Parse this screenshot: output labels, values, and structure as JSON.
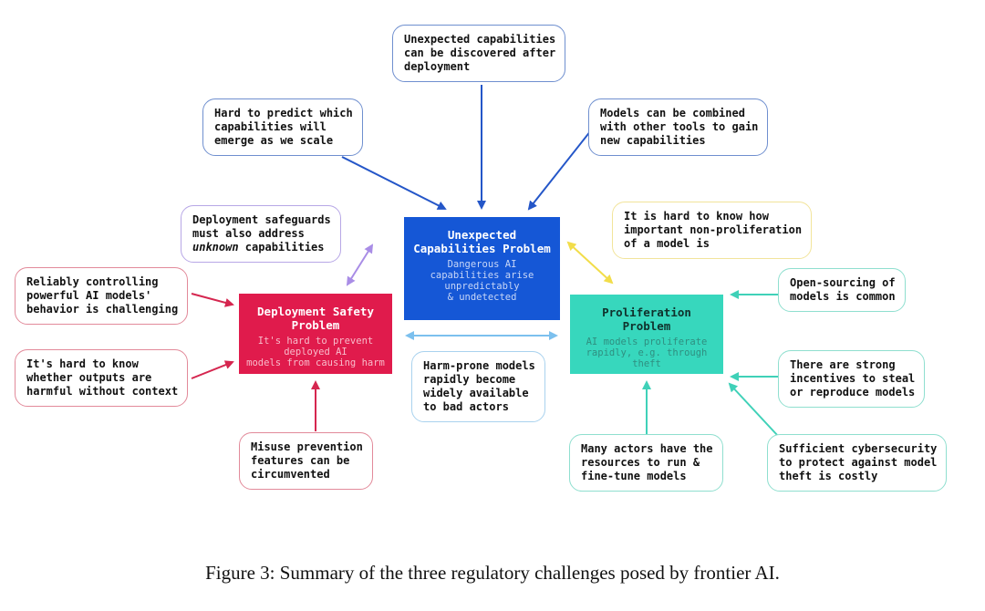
{
  "problems": {
    "capabilities": {
      "title": [
        "Unexpected",
        "Capabilities Problem"
      ],
      "description": [
        "Dangerous AI",
        "capabilities arise",
        "unpredictably",
        "& undetected"
      ]
    },
    "deployment": {
      "title": [
        "Deployment Safety",
        "Problem"
      ],
      "description": [
        "It's hard to prevent",
        "deployed AI",
        "models from causing harm"
      ]
    },
    "proliferation": {
      "title": [
        "Proliferation",
        "Problem"
      ],
      "description": [
        "AI models proliferate",
        "rapidly, e.g. through",
        "theft"
      ]
    }
  },
  "notes": {
    "discovered_after_deployment": [
      "Unexpected capabilities",
      "can be discovered after",
      "deployment"
    ],
    "hard_to_predict": [
      "Hard to predict which",
      "capabilities will",
      "emerge as we scale"
    ],
    "combined_with_tools": [
      "Models can be combined",
      "with other tools to gain",
      "new capabilities"
    ],
    "safeguards_unknown": {
      "line1": "Deployment safeguards",
      "line2": "must also address",
      "line3_emphasis": "unknown",
      "line3_rest": " capabilities"
    },
    "non_proliferation": [
      "It is hard to know how",
      "important non-proliferation",
      "of a model is"
    ],
    "reliably_controlling": [
      "Reliably controlling",
      "powerful AI models'",
      "behavior is challenging"
    ],
    "harmful_without_context": [
      "It's hard to know",
      "whether outputs are",
      "harmful without context"
    ],
    "misuse_prevention": [
      "Misuse prevention",
      "features can be",
      "circumvented"
    ],
    "harm_prone_models": [
      "Harm-prone models",
      "rapidly become",
      "widely available",
      "to bad actors"
    ],
    "open_sourcing": [
      "Open-sourcing of",
      "models is common"
    ],
    "strong_incentives": [
      "There are strong",
      "incentives to steal",
      "or reproduce models"
    ],
    "many_actors": [
      "Many actors have the",
      "resources to run &",
      "fine-tune models"
    ],
    "cybersecurity": [
      "Sufficient cybersecurity",
      "to protect against model",
      "theft is costly"
    ]
  },
  "colors": {
    "capabilities": "#1557d6",
    "deployment": "#e01b4c",
    "proliferation": "#37d7bd",
    "arrow_blue": "#2456c8",
    "arrow_purple": "#a98de6",
    "arrow_yellow": "#f2dd4a",
    "arrow_red": "#d5264f",
    "arrow_teal": "#3fd1b8",
    "arrow_lightblue": "#7cc0ee"
  },
  "caption": "Figure 3: Summary of the three regulatory challenges posed by frontier AI."
}
